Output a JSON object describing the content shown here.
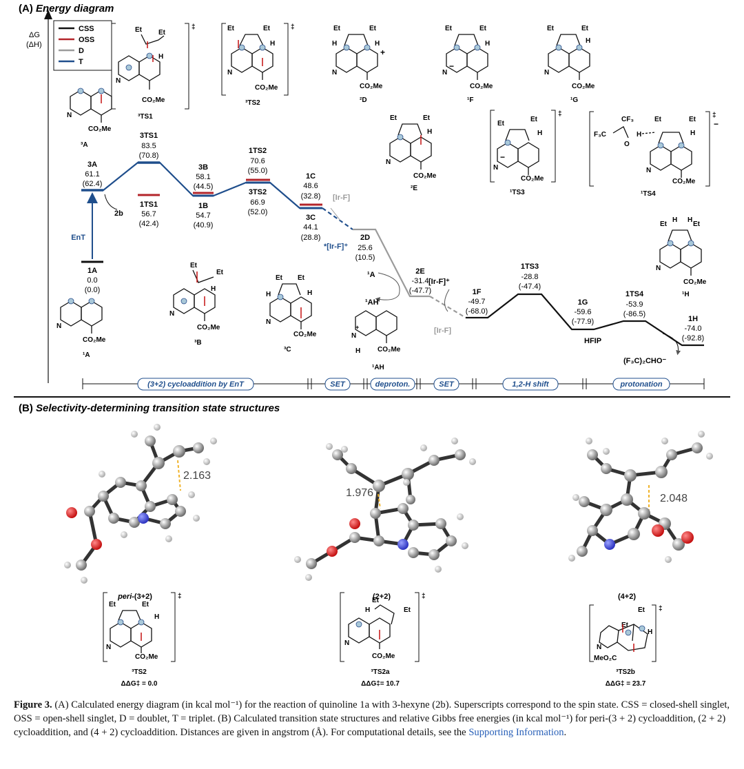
{
  "panel_a": {
    "title_prefix": "(A)",
    "title": "Energy diagram",
    "axis_label_g": "ΔG",
    "axis_label_h": "(ΔH)",
    "legend": [
      {
        "label": "CSS",
        "color": "#111111"
      },
      {
        "label": "OSS",
        "color": "#b3242a"
      },
      {
        "label": "D",
        "color": "#9b9b9b"
      },
      {
        "label": "T",
        "color": "#1f4e8c"
      }
    ],
    "levels": [
      {
        "name": "3A",
        "g": "61.1",
        "h": "(62.4)"
      },
      {
        "name": "3TS1",
        "g": "83.5",
        "h": "(70.8)"
      },
      {
        "name": "1TS1",
        "g": "56.7",
        "h": "(42.4)"
      },
      {
        "name": "3B",
        "g": "58.1",
        "h": "(44.5)"
      },
      {
        "name": "1B",
        "g": "54.7",
        "h": "(40.9)"
      },
      {
        "name": "1TS2",
        "g": "70.6",
        "h": "(55.0)"
      },
      {
        "name": "3TS2",
        "g": "66.9",
        "h": "(52.0)"
      },
      {
        "name": "1C",
        "g": "48.6",
        "h": "(32.8)"
      },
      {
        "name": "3C",
        "g": "44.1",
        "h": "(28.8)"
      },
      {
        "name": "2D",
        "g": "25.6",
        "h": "(10.5)"
      },
      {
        "name": "2E",
        "g": "-31.4",
        "h": "(-47.7)"
      },
      {
        "name": "1F",
        "g": "-49.7",
        "h": "(-68.0)"
      },
      {
        "name": "1TS3",
        "g": "-28.8",
        "h": "(-47.4)"
      },
      {
        "name": "1G",
        "g": "-59.6",
        "h": "(-77.9)"
      },
      {
        "name": "1TS4",
        "g": "-53.9",
        "h": "(-86.5)"
      },
      {
        "name": "1H",
        "g": "-74.0",
        "h": "(-92.8)"
      },
      {
        "name": "1A",
        "g": "0.0",
        "h": "(0.0)"
      }
    ],
    "annotations": {
      "ent": "EnT",
      "reagent_2b": "2b",
      "ir_f_1": "[Ir-F]",
      "ir_f_star": "*[Ir-F]⁺",
      "ir_f_plus": "[Ir-F]⁺",
      "ir_f_2": "[Ir-F]",
      "a1": "¹A",
      "ah": "¹AH",
      "hfip": "HFIP",
      "alkoxide": "(F₃C)₂CHO⁻"
    },
    "structure_labels": {
      "s3A": "³A",
      "s3TS1": "³TS1",
      "s3TS2": "³TS2",
      "s2D": "²D",
      "s1F": "¹F",
      "s1G": "¹G",
      "s2E": "²E",
      "s1TS3": "¹TS3",
      "s1TS4": "¹TS4",
      "s1H": "¹H",
      "s1A": "¹A",
      "s3B": "³B",
      "s3C": "³C",
      "s1AH": "¹AH"
    },
    "chem_text": {
      "et": "Et",
      "co2me": "CO₂Me",
      "n": "N",
      "h": "H",
      "cf3": "CF₃",
      "f3c": "F₃C",
      "o": "O",
      "dagger": "‡",
      "plus": "+",
      "minus": "−",
      "nh": "N",
      "meo2c": "MeO₂C"
    },
    "stages": [
      "(3+2) cycloaddition by EnT",
      "SET",
      "deproton.",
      "SET",
      "1,2-H shift",
      "protonation"
    ]
  },
  "panel_b": {
    "title_prefix": "(B)",
    "title": "Selectivity-determining transition state structures",
    "structures": [
      {
        "label_italic": "peri-",
        "label": "(3+2)",
        "distance": "2.163",
        "ts": "³TS2",
        "ddg": "ΔΔG‡ = 0.0"
      },
      {
        "label_italic": "",
        "label": "(2+2)",
        "distance": "1.976",
        "ts": "³TS2a",
        "ddg": "ΔΔG‡= 10.7"
      },
      {
        "label_italic": "",
        "label": "(4+2)",
        "distance": "2.048",
        "ts": "³TS2b",
        "ddg": "ΔΔG‡ = 23.7"
      }
    ]
  },
  "caption": {
    "fig": "Figure 3.",
    "text": " (A) Calculated energy diagram (in kcal mol⁻¹) for the reaction of quinoline 1a with 3-hexyne (2b). Superscripts correspond to the spin state. CSS = closed-shell singlet, OSS = open-shell singlet, D = doublet, T = triplet. (B) Calculated transition state structures and relative Gibbs free energies (in kcal mol⁻¹) for peri-(3 + 2) cycloaddition, (2 + 2) cycloaddition, and (4 + 2) cycloaddition. Distances are given in angstrom (Å). For computational details, see the ",
    "link": "Supporting Information",
    "end": "."
  }
}
